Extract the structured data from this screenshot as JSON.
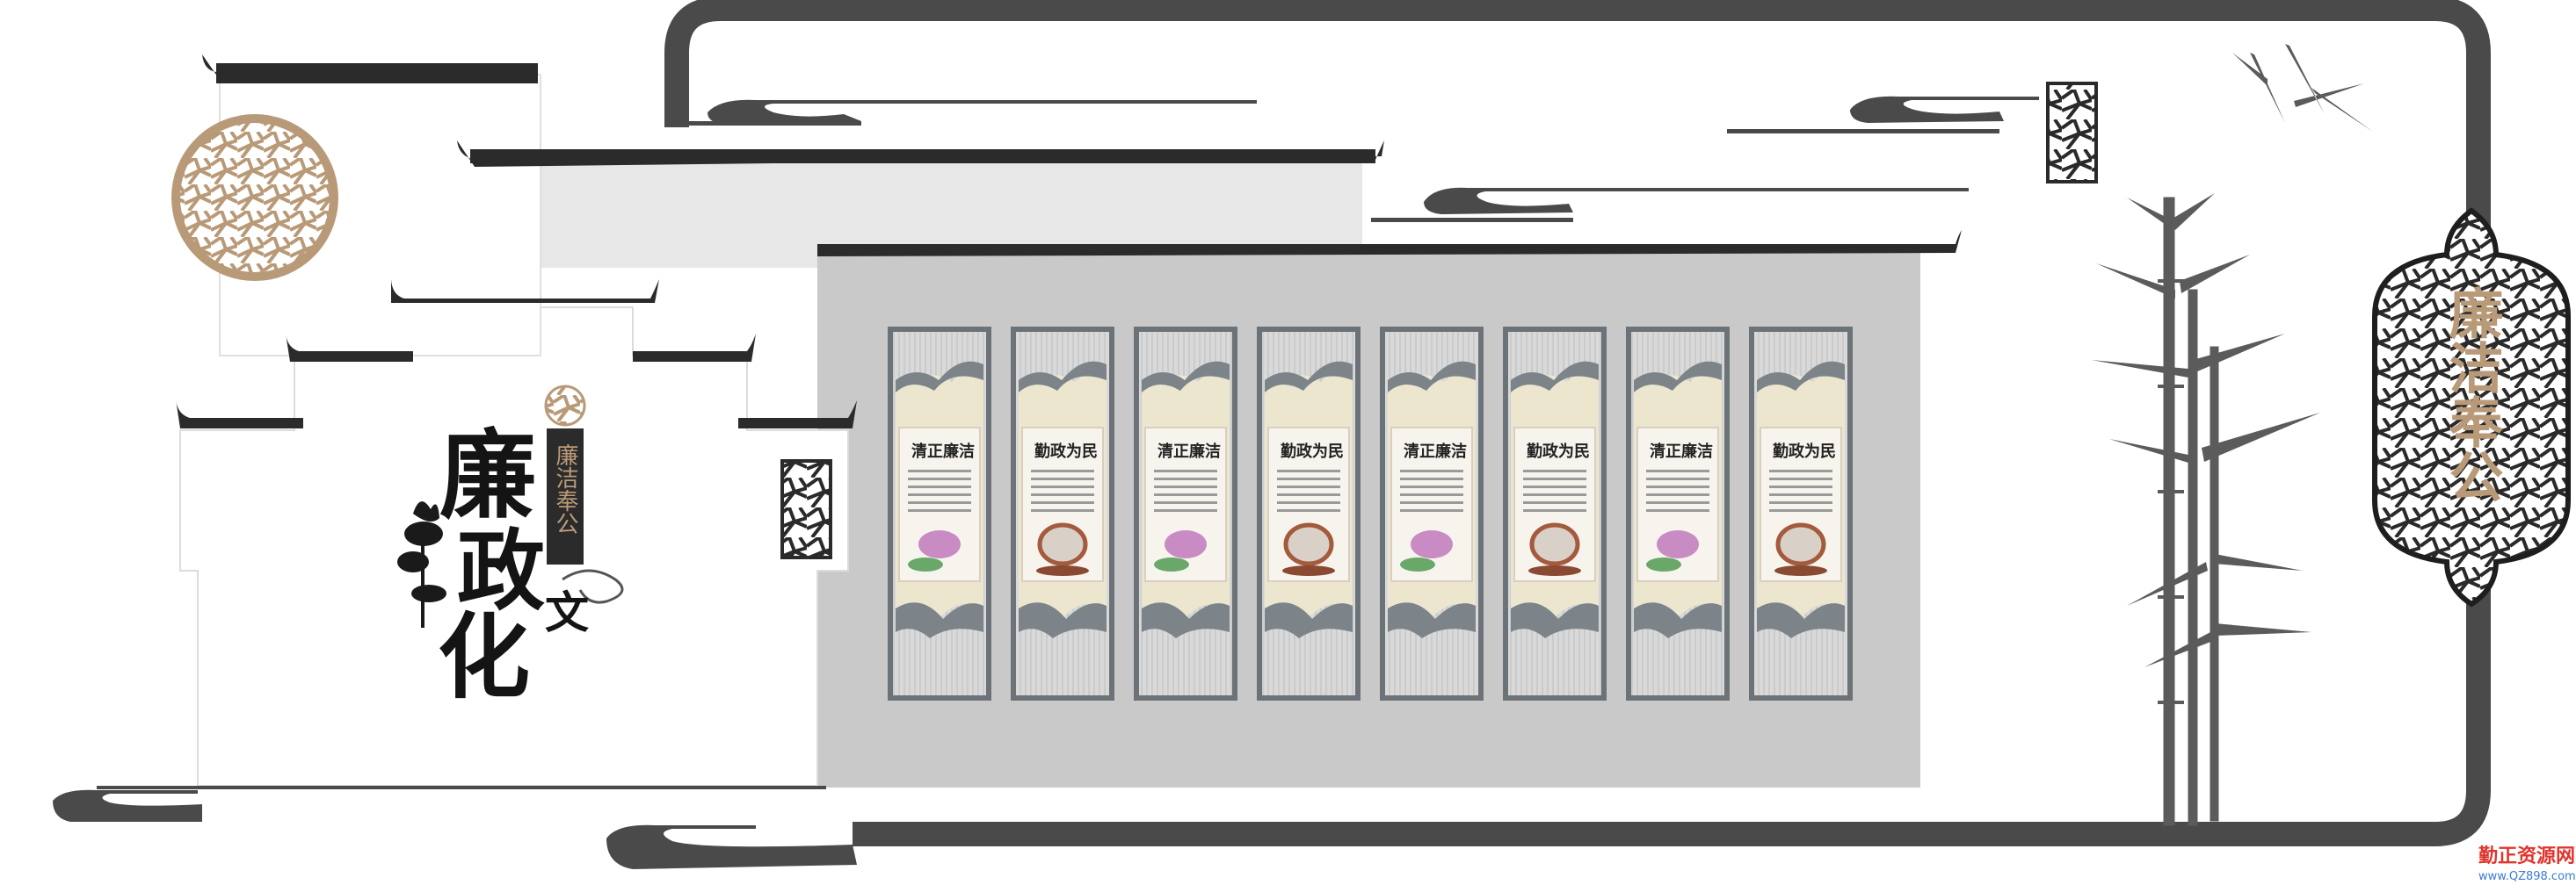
{
  "left_title": {
    "char1": "廉",
    "char2": "政",
    "char3": "化",
    "small_char": "文"
  },
  "small_sign": {
    "text": "廉洁奉公"
  },
  "right_plaque": {
    "text": "廉洁奉公"
  },
  "panels": [
    {
      "title": "清正廉洁",
      "theme": "lotus"
    },
    {
      "title": "勤政为民",
      "theme": "vase"
    },
    {
      "title": "清正廉洁",
      "theme": "lotus"
    },
    {
      "title": "勤政为民",
      "theme": "vase"
    },
    {
      "title": "清正廉洁",
      "theme": "lotus"
    },
    {
      "title": "勤政为民",
      "theme": "vase"
    },
    {
      "title": "清正廉洁",
      "theme": "lotus"
    },
    {
      "title": "勤政为民",
      "theme": "vase"
    }
  ],
  "watermark": {
    "main": "勤正资源网",
    "sub": "www.QZ898.com"
  },
  "colors": {
    "frame": "#4a4a4a",
    "roof": "#2b2b2b",
    "wall_gray": "#c9c9c9",
    "wall_light": "#e7e7e7",
    "accent_tan": "#b99a78",
    "bamboo": "#5b5b5b"
  }
}
